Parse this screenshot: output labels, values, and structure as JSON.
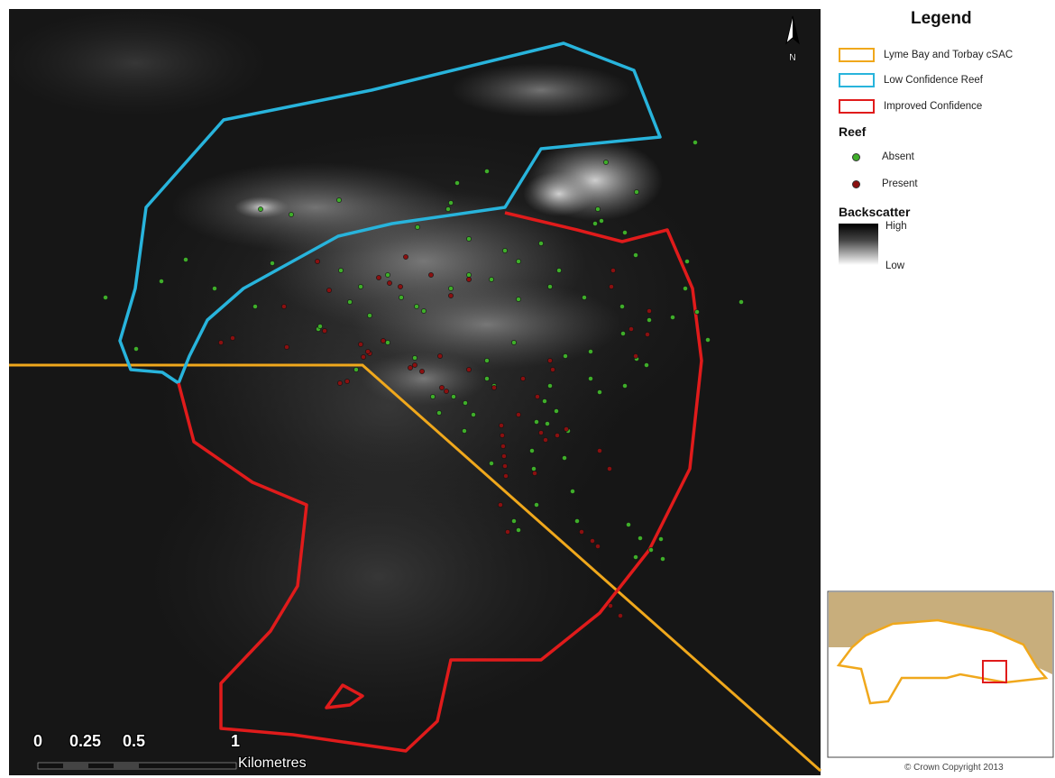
{
  "legend": {
    "title": "Legend",
    "boundaries": [
      {
        "label": "Lyme Bay and Torbay cSAC",
        "color": "#f0a81c"
      },
      {
        "label": "Low Confidence Reef",
        "color": "#28b4dc"
      },
      {
        "label": "Improved Confidence",
        "color": "#e01b1b"
      }
    ],
    "reef_heading": "Reef",
    "reef_items": [
      {
        "label": "Absent",
        "color": "#3fae2a"
      },
      {
        "label": "Present",
        "color": "#8b1010"
      }
    ],
    "backscatter_heading": "Backscatter",
    "backscatter_high": "High",
    "backscatter_low": "Low"
  },
  "north_arrow": {
    "label": "N"
  },
  "scale_bar": {
    "ticks": [
      "0",
      "0.25",
      "0.5",
      "1"
    ],
    "unit": "Kilometres"
  },
  "inset": {
    "land_color": "#c8ae7c",
    "sea_color": "#ffffff"
  },
  "copyright": "© Crown Copyright 2013"
}
